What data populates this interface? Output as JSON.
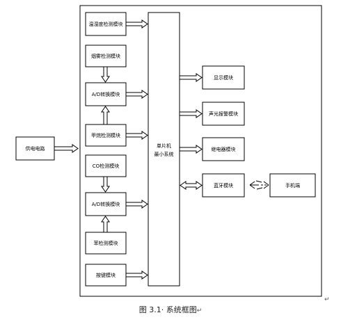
{
  "diagram": {
    "modules": {
      "power": "供电电路",
      "temp_humidity": "温湿度检测模块",
      "smoke": "烟雾检测模块",
      "adc_top": "A/D转换模块",
      "methane": "甲烷检测模块",
      "co": "CO检测模块",
      "adc_bottom": "A/D转换模块",
      "benzene": "苯检测模块",
      "keys": "按键模块",
      "mcu_line1": "单片机",
      "mcu_line2": "最小系统",
      "display": "显示模块",
      "alarm": "声光报警模块",
      "relay": "继电器模块",
      "bluetooth": "蓝牙模块",
      "phone": "手机端"
    }
  },
  "caption": {
    "text": "图 3.1· 系统框图",
    "mark": "↵"
  },
  "edge_mark": "↵"
}
